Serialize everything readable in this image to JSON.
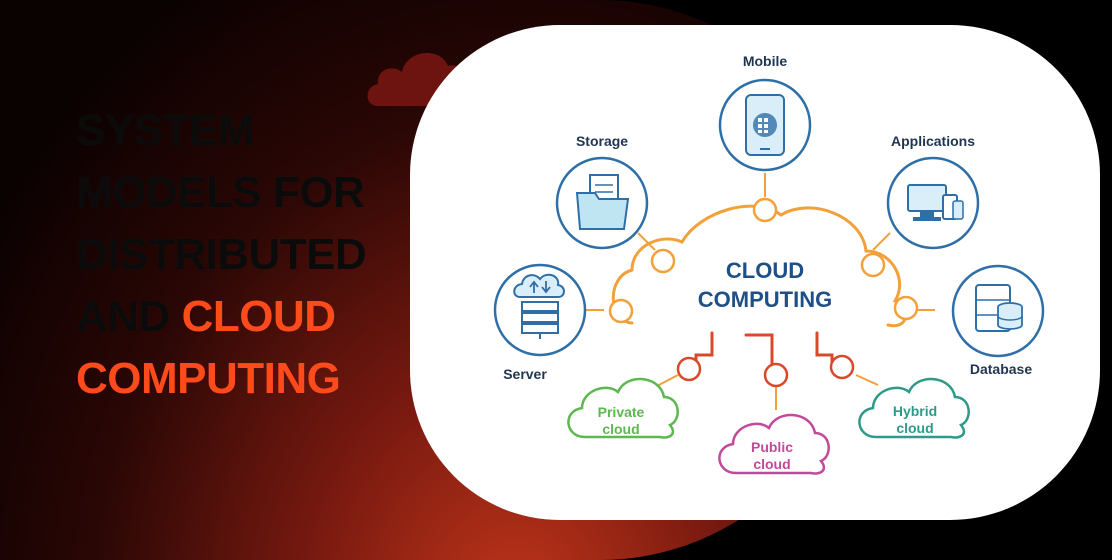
{
  "headline": {
    "line1": "SYSTEM",
    "line2": "MODELS FOR",
    "line3": "DISTRIBUTED",
    "line4_dark": "AND",
    "line4_accent": "CLOUD",
    "line5_accent": "COMPUTING"
  },
  "diagram": {
    "center": {
      "line1": "CLOUD",
      "line2": "COMPUTING"
    },
    "nodes": {
      "mobile": "Mobile",
      "storage": "Storage",
      "applications": "Applications",
      "server": "Server",
      "database": "Database"
    },
    "clouds": {
      "private": {
        "line1": "Private",
        "line2": "cloud"
      },
      "public": {
        "line1": "Public",
        "line2": "cloud"
      },
      "hybrid": {
        "line1": "Hybrid",
        "line2": "cloud"
      }
    }
  },
  "colors": {
    "accent": "#ff4a1c",
    "icon_blue": "#2f6fa7",
    "title_blue": "#1e4f86",
    "cloud_orange": "#f2a13a",
    "connector_red": "#d9482b",
    "private_green": "#5db850",
    "public_magenta": "#c24a9a",
    "hybrid_teal": "#2e9a8a"
  }
}
